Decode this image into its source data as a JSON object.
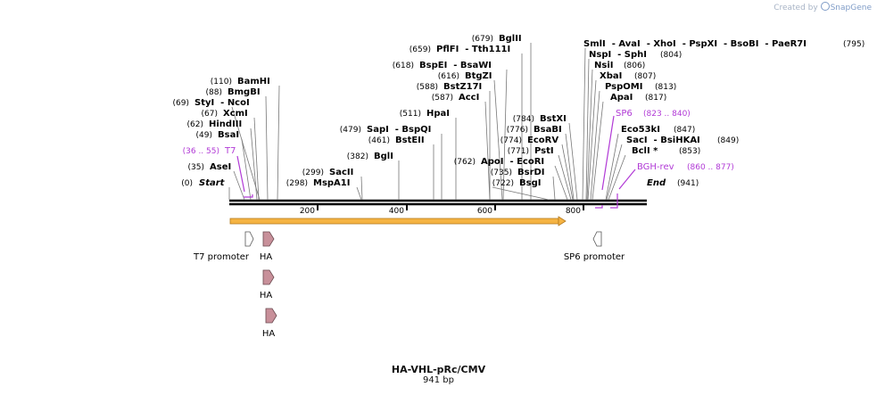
{
  "watermark": {
    "prefix": "Created by",
    "brand": "SnapGene"
  },
  "plasmid": {
    "name": "HA-VHL-pRc/CMV",
    "size_label": "941 bp"
  },
  "ticks": [
    "200",
    "400",
    "600",
    "800"
  ],
  "ends": {
    "start": {
      "pos": "(0)",
      "label": "Start"
    },
    "end": {
      "label": "End",
      "pos": "(941)"
    }
  },
  "enzymes": [
    {
      "pos": "(35)",
      "name": "AseI"
    },
    {
      "pos": "(49)",
      "name": "BsaI"
    },
    {
      "pos": "(62)",
      "name": "HindIII"
    },
    {
      "pos": "(67)",
      "name": "XcmI"
    },
    {
      "pos": "(69)",
      "name": "StyI  - NcoI"
    },
    {
      "pos": "(88)",
      "name": "BmgBI"
    },
    {
      "pos": "(110)",
      "name": "BamHI"
    },
    {
      "pos": "(298)",
      "name": "MspA1I"
    },
    {
      "pos": "(299)",
      "name": "SacII"
    },
    {
      "pos": "(382)",
      "name": "BglI"
    },
    {
      "pos": "(461)",
      "name": "BstEII"
    },
    {
      "pos": "(479)",
      "name": "SapI  - BspQI"
    },
    {
      "pos": "(511)",
      "name": "HpaI"
    },
    {
      "pos": "(587)",
      "name": "AccI"
    },
    {
      "pos": "(588)",
      "name": "BstZ17I"
    },
    {
      "pos": "(616)",
      "name": "BtgZI"
    },
    {
      "pos": "(618)",
      "name": "BspEI  - BsaWI"
    },
    {
      "pos": "(659)",
      "name": "PflFI  - Tth111I"
    },
    {
      "pos": "(679)",
      "name": "BglII"
    },
    {
      "pos": "(722)",
      "name": "BsgI"
    },
    {
      "pos": "(735)",
      "name": "BsrDI"
    },
    {
      "pos": "(762)",
      "name": "ApoI  - EcoRI"
    },
    {
      "pos": "(771)",
      "name": "PstI"
    },
    {
      "pos": "(774)",
      "name": "EcoRV"
    },
    {
      "pos": "(776)",
      "name": "BsaBI"
    },
    {
      "pos": "(784)",
      "name": "BstXI"
    },
    {
      "name": "SmlI  - AvaI  - XhoI  - PspXI  - BsoBI  - PaeR7I",
      "pos": "(795)"
    },
    {
      "name": "NspI  - SphI",
      "pos": "(804)"
    },
    {
      "name": "NsiI",
      "pos": "(806)"
    },
    {
      "name": "XbaI",
      "pos": "(807)"
    },
    {
      "name": "PspOMI",
      "pos": "(813)"
    },
    {
      "name": "ApaI",
      "pos": "(817)"
    },
    {
      "name": "Eco53kI",
      "pos": "(847)"
    },
    {
      "name": "SacI  - BsiHKAI",
      "pos": "(849)"
    },
    {
      "name": "BclI *",
      "pos": "(853)"
    }
  ],
  "primers": [
    {
      "pos": "(36 .. 55)",
      "name": "T7"
    },
    {
      "name": "SP6",
      "pos": "(823 .. 840)"
    },
    {
      "name": "BGH-rev",
      "pos": "(860 .. 877)"
    }
  ],
  "features": [
    {
      "label": "T7 promoter"
    },
    {
      "label": "HA"
    },
    {
      "label": "HA"
    },
    {
      "label": "HA"
    },
    {
      "label": "SP6 promoter"
    }
  ],
  "colors": {
    "backbone": "#000000",
    "orf_arrow": "#f5b342",
    "primer": "#b13ad6",
    "ha_tag": "#c8909a",
    "promoter": "#ffffff"
  }
}
